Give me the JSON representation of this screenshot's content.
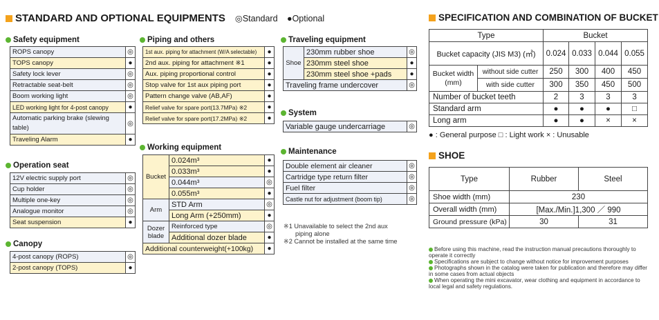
{
  "header": {
    "title": "STANDARD AND OPTIONAL EQUIPMENTS",
    "standard_legend": "◎Standard",
    "optional_legend": "●Optional"
  },
  "safety": {
    "title": "Safety equipment",
    "rows": [
      {
        "label": "ROPS canopy",
        "mark": "◎",
        "type": "std"
      },
      {
        "label": "TOPS canopy",
        "mark": "●",
        "type": "opt"
      },
      {
        "label": "Safety lock lever",
        "mark": "◎",
        "type": "std"
      },
      {
        "label": "Retractable seat-belt",
        "mark": "◎",
        "type": "std"
      },
      {
        "label": "Boom working light",
        "mark": "◎",
        "type": "std"
      },
      {
        "label": "LED working light for 4-post canopy",
        "mark": "●",
        "type": "opt"
      },
      {
        "label": "Automatic parking brake (slewing table)",
        "mark": "◎",
        "type": "std"
      },
      {
        "label": "Traveling Alarm",
        "mark": "●",
        "type": "opt"
      }
    ]
  },
  "seat": {
    "title": "Operation seat",
    "rows": [
      {
        "label": "12V electric supply port",
        "mark": "◎",
        "type": "std"
      },
      {
        "label": "Cup holder",
        "mark": "◎",
        "type": "std"
      },
      {
        "label": "Multiple one-key",
        "mark": "◎",
        "type": "std"
      },
      {
        "label": "Analogue monitor",
        "mark": "◎",
        "type": "std"
      },
      {
        "label": "Seat suspension",
        "mark": "●",
        "type": "opt"
      }
    ]
  },
  "canopy": {
    "title": "Canopy",
    "rows": [
      {
        "label": "4-post canopy (ROPS)",
        "mark": "◎",
        "type": "std"
      },
      {
        "label": "2-post canopy (TOPS)",
        "mark": "●",
        "type": "opt"
      }
    ]
  },
  "piping": {
    "title": "Piping and others",
    "rows": [
      {
        "label": "1st aux. piping for attachment (W/A selectable)",
        "mark": "●",
        "type": "opt"
      },
      {
        "label": "2nd aux. piping for attachment ※1",
        "mark": "●",
        "type": "opt"
      },
      {
        "label": "Aux. piping proportional control",
        "mark": "●",
        "type": "opt"
      },
      {
        "label": "Stop valve for 1st aux piping port",
        "mark": "●",
        "type": "opt"
      },
      {
        "label": "Pattern change valve (AB,AF)",
        "mark": "●",
        "type": "opt"
      },
      {
        "label": "Relief valve for spare port(13.7MPa) ※2",
        "mark": "●",
        "type": "opt"
      },
      {
        "label": "Relief valve for spare port(17.2MPa) ※2",
        "mark": "●",
        "type": "opt"
      }
    ]
  },
  "working": {
    "title": "Working equipment",
    "bucket_label": "Bucket",
    "bucket": [
      {
        "label": "0.024m³",
        "mark": "●",
        "type": "opt"
      },
      {
        "label": "0.033m³",
        "mark": "●",
        "type": "opt"
      },
      {
        "label": "0.044m³",
        "mark": "◎",
        "type": "std"
      },
      {
        "label": "0.055m³",
        "mark": "●",
        "type": "opt"
      }
    ],
    "arm_label": "Arm",
    "arm": [
      {
        "label": "STD Arm",
        "mark": "◎",
        "type": "std"
      },
      {
        "label": "Long Arm (+250mm)",
        "mark": "●",
        "type": "opt"
      }
    ],
    "dozer_label": "Dozer blade",
    "dozer": [
      {
        "label": "Reinforced type",
        "mark": "◎",
        "type": "std"
      },
      {
        "label": "Additional dozer blade",
        "mark": "●",
        "type": "opt"
      }
    ],
    "extra": {
      "label": "Additional counterweight(+100kg)",
      "mark": "●",
      "type": "opt"
    }
  },
  "traveling": {
    "title": "Traveling equipment",
    "shoe_label": "Shoe",
    "rows": [
      {
        "label": "230mm rubber shoe",
        "mark": "◎",
        "type": "std"
      },
      {
        "label": "230mm steel shoe",
        "mark": "●",
        "type": "opt"
      },
      {
        "label": "230mm steel shoe +pads",
        "mark": "●",
        "type": "opt"
      }
    ],
    "frame": {
      "label": "Traveling frame undercover",
      "mark": "◎",
      "type": "std"
    }
  },
  "system": {
    "title": "System",
    "rows": [
      {
        "label": "Variable gauge undercarriage",
        "mark": "◎",
        "type": "std"
      }
    ]
  },
  "maintenance": {
    "title": "Maintenance",
    "rows": [
      {
        "label": "Double element air cleaner",
        "mark": "◎",
        "type": "std"
      },
      {
        "label": "Cartridge type return filter",
        "mark": "◎",
        "type": "std"
      },
      {
        "label": "Fuel filter",
        "mark": "◎",
        "type": "std"
      },
      {
        "label": "Castle nut for adjustment (boom tip)",
        "mark": "◎",
        "type": "std"
      }
    ]
  },
  "notes": {
    "n1": "※1  Unavailable to select the 2nd aux",
    "n1b": "piping alone",
    "n2": "※2  Cannot be installed at the same time"
  },
  "bucket_spec": {
    "title": "SPECIFICATION AND COMBINATION OF BUCKET",
    "type_label": "Type",
    "bucket_label": "Bucket",
    "capacity_label": "Bucket capacity (JIS M3) (㎥)",
    "capacity": [
      "0.024",
      "0.033",
      "0.044",
      "0.055"
    ],
    "width_label": "Bucket width (mm)",
    "without_label": "without side cutter",
    "without": [
      "250",
      "300",
      "400",
      "450"
    ],
    "with_label": "with side cutter",
    "with": [
      "300",
      "350",
      "450",
      "500"
    ],
    "teeth_label": "Number of bucket teeth",
    "teeth": [
      "2",
      "3",
      "3",
      "3"
    ],
    "std_arm_label": "Standard arm",
    "std_arm": [
      "●",
      "●",
      "●",
      "□"
    ],
    "long_arm_label": "Long arm",
    "long_arm": [
      "●",
      "●",
      "×",
      "×"
    ],
    "legend": "● : General purpose  □ : Light work  × : Unusable"
  },
  "shoe": {
    "title": "SHOE",
    "type_label": "Type",
    "rubber_label": "Rubber",
    "steel_label": "Steel",
    "width_label": "Shoe width (mm)",
    "width": "230",
    "overall_label": "Overall width (mm)",
    "overall": "[Max./Min.]1,300 ／ 990",
    "pressure_label": "Ground pressure (kPa)",
    "pressure_rubber": "30",
    "pressure_steel": "31"
  },
  "footnotes": [
    "Before using this machine, read the instruction manual precautions thoroughly to operate it correctly",
    "Specifications are subject to change without notice for improvement purposes",
    "Photographs shown in the catalog were taken for publication and therefore may differ in some cases from actual objects",
    "When operating the mini excavator, wear clothing and equipment in accordance to local legal and safety regulations."
  ]
}
